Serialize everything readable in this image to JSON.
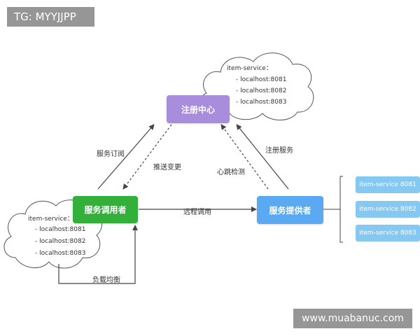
{
  "watermark_top": "TG: MYYJJPP",
  "watermark_bottom": "www.muabanuc.com",
  "nodes": {
    "registry": {
      "label": "注册中心",
      "color": "#a98ddd"
    },
    "consumer": {
      "label": "服务调用者",
      "color": "#32b03a"
    },
    "provider": {
      "label": "服务提供者",
      "color": "#5aa9f2"
    }
  },
  "edges": {
    "subscribe": "服务订阅",
    "push_change": "推送变更",
    "register": "注册服务",
    "heartbeat": "心跳检测",
    "remote_call": "远程调用",
    "load_balance": "负载均衡"
  },
  "registry_cloud": {
    "title": "item-service：",
    "items": [
      "- localhost:8081",
      "- localhost:8082",
      "- localhost:8083"
    ]
  },
  "consumer_cloud": {
    "title": "item-service：",
    "items": [
      "- localhost:8081",
      "- localhost:8082",
      "- localhost:8083"
    ]
  },
  "instances": [
    "item-service 8081",
    "item-service 8082",
    "item-service 8083"
  ]
}
